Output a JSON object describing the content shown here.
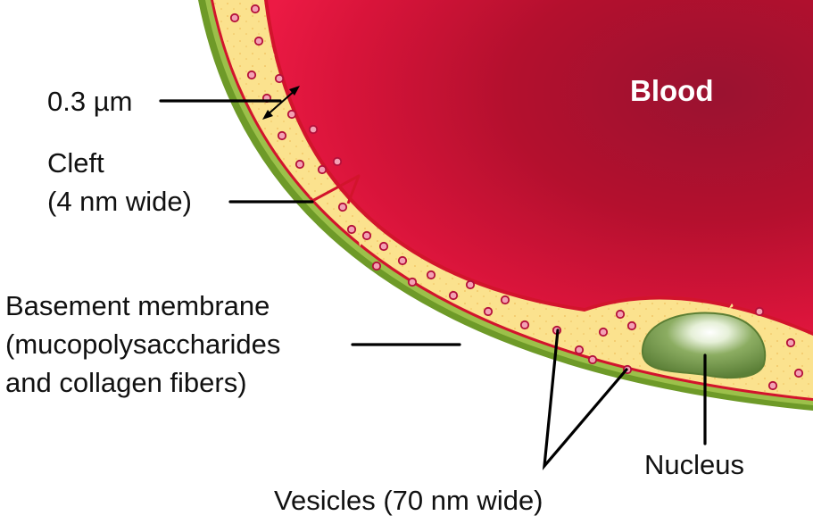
{
  "labels": {
    "thickness": "0.3 µm",
    "cleft_line1": "Cleft",
    "cleft_line2": "(4 nm wide)",
    "basement_line1": "Basement membrane",
    "basement_line2": "(mucopolysaccharides",
    "basement_line3": "and collagen fibers)",
    "vesicles": "Vesicles (70 nm wide)",
    "nucleus": "Nucleus",
    "blood": "Blood"
  },
  "colors": {
    "blood_dark": "#9c1230",
    "blood_mid": "#c8102e",
    "blood_light": "#e4163c",
    "cytoplasm": "#fbe28e",
    "membrane_red": "#d2142c",
    "basement_green": "#7aa22d",
    "nucleus_green": "#6f9344"
  }
}
